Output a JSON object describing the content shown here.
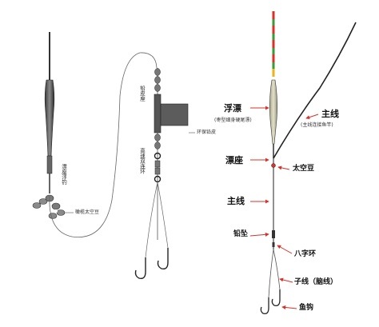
{
  "left_rig": {
    "labels": {
      "float_seat": "漂座浮钓",
      "olive_bean": "橄榄太空豆",
      "lead_seat": "铅皮座",
      "eco_lead": "环保铅皮",
      "swivel": "高速双连环"
    }
  },
  "right_rig": {
    "labels": {
      "float": "浮漂",
      "float_sub": "(枣型细身硬尾漂)",
      "main_line_top": "主线",
      "main_line_top_sub": "(主线连接鱼竿)",
      "float_seat": "漂座",
      "space_bean": "太空豆",
      "main_line": "主线",
      "sinker": "铅坠",
      "swivel": "八字环",
      "sub_line": "子线（脑线）",
      "hook": "鱼钩"
    }
  },
  "colors": {
    "line": "#444444",
    "float_body": "#b5b5a8",
    "float_tip_red": "#d8312a",
    "float_tip_green": "#3a9a3a",
    "bead": "#7a7a7a",
    "lead_block": "#5a5a5a",
    "arrow": "#d8312a"
  }
}
